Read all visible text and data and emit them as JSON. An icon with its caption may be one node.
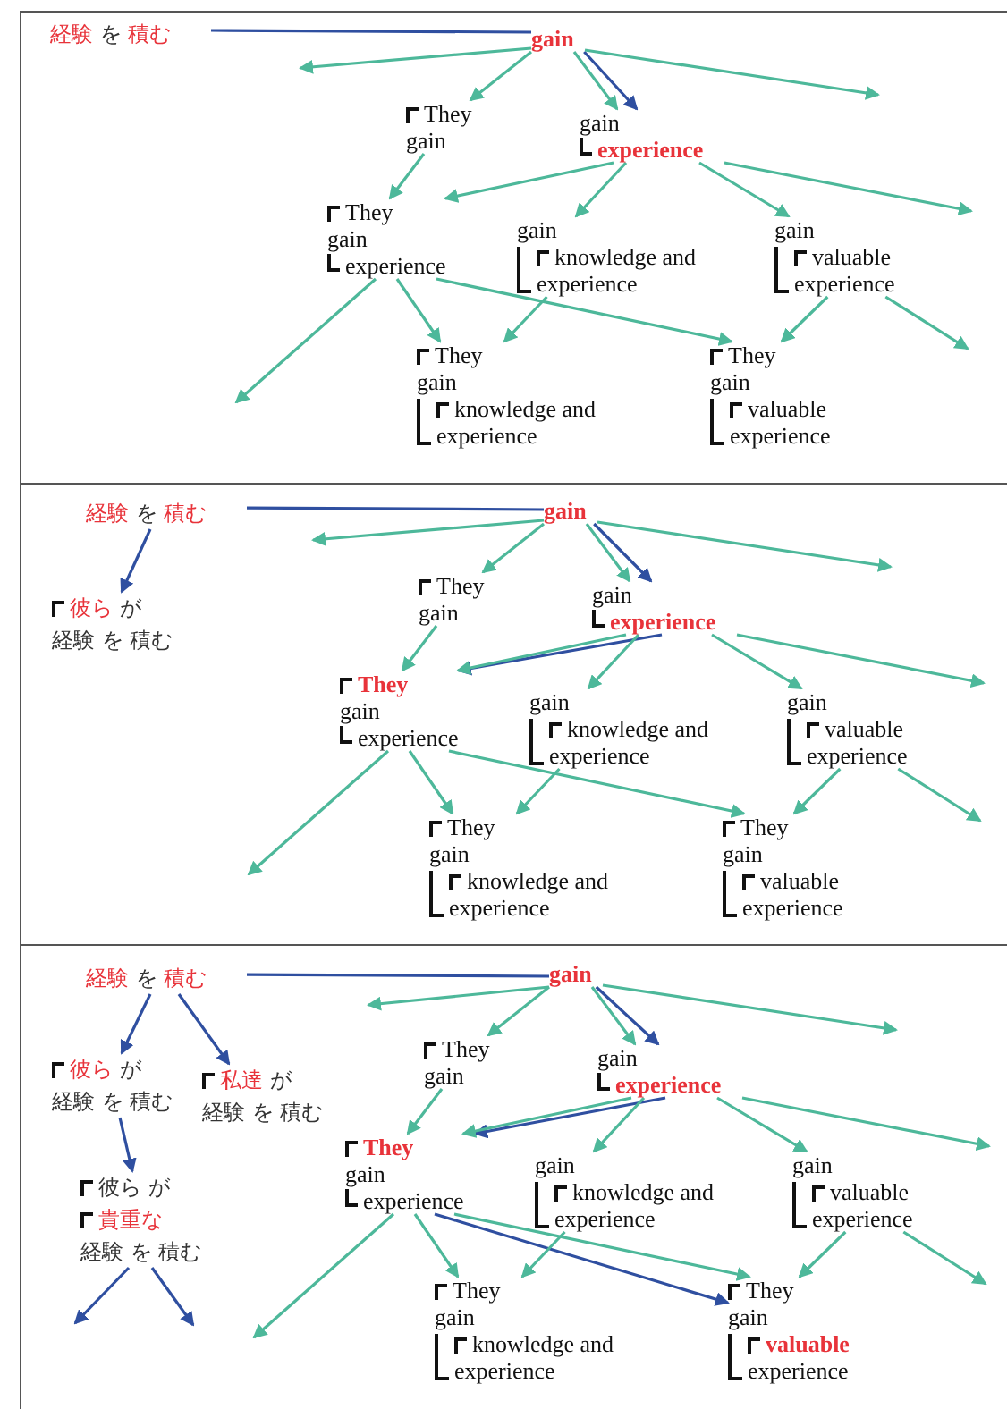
{
  "diagram": {
    "nodes": [
      {
        "text": [],
        "shape": "box"
      },
      {
        "text": [
          "経験 を 積む"
        ],
        "in": 0
      },
      {
        "text": [
          "gain"
        ],
        "in": 0
      },
      {
        "text": [
          "They",
          "gain"
        ],
        "in": 0
      },
      {
        "text": [
          "gain",
          "experience"
        ],
        "in": 0
      },
      {
        "text": [
          "They",
          "gain",
          "experience"
        ],
        "in": 0
      },
      {
        "text": [
          "gain",
          "knowledge and experience"
        ],
        "in": 0
      },
      {
        "text": [
          "gain",
          "valuable experience"
        ],
        "in": 0
      },
      {
        "text": [
          "They",
          "gain",
          "knowledge and experience"
        ],
        "in": 0
      },
      {
        "text": [
          "They",
          "gain",
          "valuable experience"
        ],
        "in": 0
      },
      {
        "text": [],
        "shape": "box"
      },
      {
        "text": [
          "経験 を 積む"
        ],
        "in": 10
      },
      {
        "text": [
          "彼ら が",
          "経験 を 積む"
        ],
        "in": 10
      },
      {
        "text": [
          "gain"
        ],
        "in": 10
      },
      {
        "text": [
          "They",
          "gain"
        ],
        "in": 10
      },
      {
        "text": [
          "gain",
          "experience"
        ],
        "in": 10
      },
      {
        "text": [
          "They",
          "gain",
          "experience"
        ],
        "in": 10
      },
      {
        "text": [
          "gain",
          "knowledge and experience"
        ],
        "in": 10
      },
      {
        "text": [
          "gain",
          "valuable experience"
        ],
        "in": 10
      },
      {
        "text": [
          "They",
          "gain",
          "knowledge and experience"
        ],
        "in": 10
      },
      {
        "text": [
          "They",
          "gain",
          "valuable experience"
        ],
        "in": 10
      },
      {
        "text": [],
        "shape": "box"
      },
      {
        "text": [
          "経験 を 積む"
        ],
        "in": 21
      },
      {
        "text": [
          "彼ら が",
          "経験 を 積む"
        ],
        "in": 21
      },
      {
        "text": [
          "私達 が",
          "経験 を 積む"
        ],
        "in": 21
      },
      {
        "text": [
          "彼ら が",
          "貴重な",
          "経験 を 積む"
        ],
        "in": 21
      },
      {
        "text": [
          "gain"
        ],
        "in": 21
      },
      {
        "text": [
          "They",
          "gain"
        ],
        "in": 21
      },
      {
        "text": [
          "gain",
          "experience"
        ],
        "in": 21
      },
      {
        "text": [
          "They",
          "gain",
          "experience"
        ],
        "in": 21
      },
      {
        "text": [
          "gain",
          "knowledge and experience"
        ],
        "in": 21
      },
      {
        "text": [
          "gain",
          "valuable experience"
        ],
        "in": 21
      },
      {
        "text": [
          "They",
          "gain",
          "knowledge and experience"
        ],
        "in": 21
      },
      {
        "text": [
          "They",
          "gain",
          "valuable experience"
        ],
        "in": 21
      }
    ],
    "edges": [
      {
        "from": 1,
        "to": 2,
        "arrow": "none",
        "color": "#2f4fa0"
      },
      {
        "from": 2,
        "to": 4,
        "arrow": "to",
        "color": "#2f4fa0"
      },
      {
        "from": 2,
        "to": null,
        "arrow": "to"
      },
      {
        "from": 2,
        "to": 3,
        "arrow": "to"
      },
      {
        "from": 2,
        "to": 4,
        "arrow": "to"
      },
      {
        "from": 2,
        "to": null,
        "arrow": "to"
      },
      {
        "from": 3,
        "to": 5,
        "arrow": "to"
      },
      {
        "from": 4,
        "to": 5,
        "arrow": "to"
      },
      {
        "from": 4,
        "to": 6,
        "arrow": "to"
      },
      {
        "from": 4,
        "to": 7,
        "arrow": "to"
      },
      {
        "from": 4,
        "to": null,
        "arrow": "to"
      },
      {
        "from": 5,
        "to": null,
        "arrow": "to"
      },
      {
        "from": 5,
        "to": 8,
        "arrow": "to"
      },
      {
        "from": 5,
        "to": 9,
        "arrow": "to"
      },
      {
        "from": 6,
        "to": 8,
        "arrow": "to"
      },
      {
        "from": 7,
        "to": 9,
        "arrow": "to"
      },
      {
        "from": 7,
        "to": null,
        "arrow": "to"
      },
      {
        "from": 11,
        "to": 13,
        "arrow": "none",
        "color": "#2f4fa0"
      },
      {
        "from": 13,
        "to": 15,
        "arrow": "to",
        "color": "#2f4fa0"
      },
      {
        "from": 11,
        "to": 12,
        "arrow": "to",
        "color": "#2f4fa0"
      },
      {
        "from": 15,
        "to": 16,
        "arrow": "to",
        "color": "#2f4fa0"
      },
      {
        "from": 13,
        "to": null,
        "arrow": "to"
      },
      {
        "from": 13,
        "to": 14,
        "arrow": "to"
      },
      {
        "from": 13,
        "to": 15,
        "arrow": "to"
      },
      {
        "from": 13,
        "to": null,
        "arrow": "to"
      },
      {
        "from": 14,
        "to": 16,
        "arrow": "to"
      },
      {
        "from": 15,
        "to": 16,
        "arrow": "to"
      },
      {
        "from": 15,
        "to": 17,
        "arrow": "to"
      },
      {
        "from": 15,
        "to": 18,
        "arrow": "to"
      },
      {
        "from": 15,
        "to": null,
        "arrow": "to"
      },
      {
        "from": 16,
        "to": null,
        "arrow": "to"
      },
      {
        "from": 16,
        "to": 19,
        "arrow": "to"
      },
      {
        "from": 16,
        "to": 20,
        "arrow": "to"
      },
      {
        "from": 17,
        "to": 19,
        "arrow": "to"
      },
      {
        "from": 18,
        "to": 20,
        "arrow": "to"
      },
      {
        "from": 18,
        "to": null,
        "arrow": "to"
      },
      {
        "from": 22,
        "to": 26,
        "arrow": "none",
        "color": "#2f4fa0"
      },
      {
        "from": 26,
        "to": 28,
        "arrow": "to",
        "color": "#2f4fa0"
      },
      {
        "from": 22,
        "to": 23,
        "arrow": "to",
        "color": "#2f4fa0"
      },
      {
        "from": 22,
        "to": 24,
        "arrow": "to",
        "color": "#2f4fa0"
      },
      {
        "from": 23,
        "to": 25,
        "arrow": "to",
        "color": "#2f4fa0"
      },
      {
        "from": 25,
        "to": null,
        "arrow": "to",
        "color": "#2f4fa0"
      },
      {
        "from": 25,
        "to": null,
        "arrow": "to",
        "color": "#2f4fa0"
      },
      {
        "from": 28,
        "to": 29,
        "arrow": "to",
        "color": "#2f4fa0"
      },
      {
        "from": 29,
        "to": 33,
        "arrow": "to",
        "color": "#2f4fa0"
      },
      {
        "from": 26,
        "to": null,
        "arrow": "to"
      },
      {
        "from": 26,
        "to": 27,
        "arrow": "to"
      },
      {
        "from": 26,
        "to": 28,
        "arrow": "to"
      },
      {
        "from": 26,
        "to": null,
        "arrow": "to"
      },
      {
        "from": 27,
        "to": 29,
        "arrow": "to"
      },
      {
        "from": 28,
        "to": 29,
        "arrow": "to"
      },
      {
        "from": 28,
        "to": 30,
        "arrow": "to"
      },
      {
        "from": 28,
        "to": 31,
        "arrow": "to"
      },
      {
        "from": 28,
        "to": null,
        "arrow": "to"
      },
      {
        "from": 29,
        "to": null,
        "arrow": "to"
      },
      {
        "from": 29,
        "to": 32,
        "arrow": "to"
      },
      {
        "from": 29,
        "to": 33,
        "arrow": "to"
      },
      {
        "from": 30,
        "to": 32,
        "arrow": "to"
      },
      {
        "from": 31,
        "to": 33,
        "arrow": "to"
      },
      {
        "from": 31,
        "to": null,
        "arrow": "to"
      }
    ]
  }
}
